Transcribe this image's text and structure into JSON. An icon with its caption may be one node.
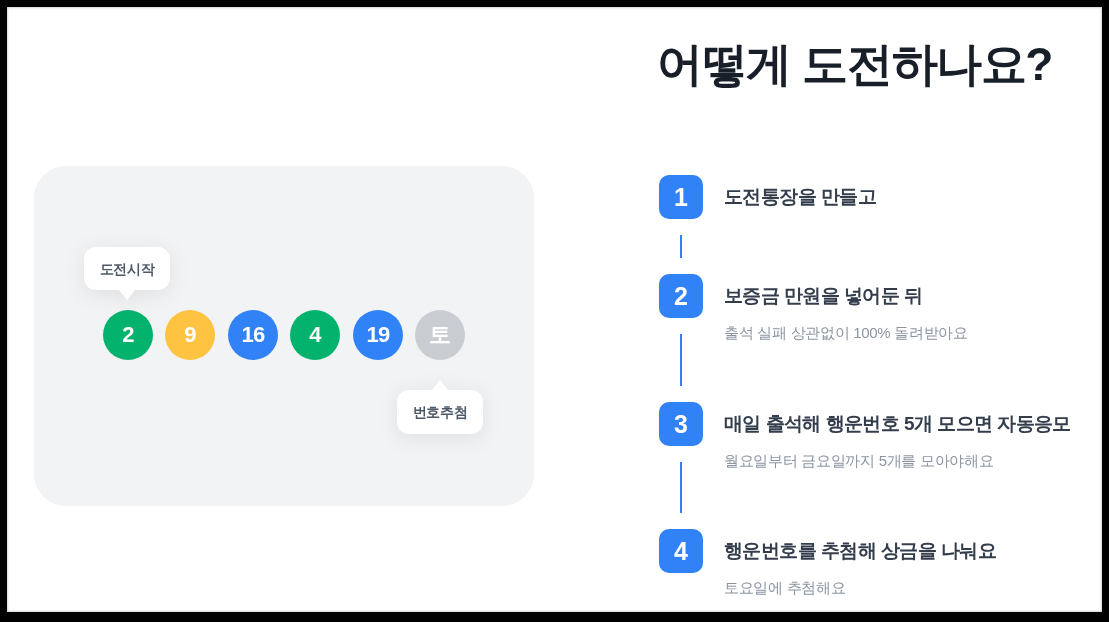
{
  "diagram": {
    "title": "어떻게 도전하나요?",
    "nodes": [
      {
        "text": [],
        "shape": "box"
      },
      {
        "text": [
          "도전시작"
        ],
        "in": 0
      },
      {
        "text": [
          "2"
        ],
        "in": 0
      },
      {
        "text": [
          "9"
        ],
        "in": 0
      },
      {
        "text": [
          "16"
        ],
        "in": 0
      },
      {
        "text": [
          "4"
        ],
        "in": 0
      },
      {
        "text": [
          "19"
        ],
        "in": 0
      },
      {
        "text": [
          "토"
        ],
        "in": 0
      },
      {
        "text": [
          "번호추첨"
        ],
        "in": 0
      },
      {
        "text": [
          "1"
        ],
        "beside": [
          "도전통장을 만들고"
        ]
      },
      {
        "text": [
          "2"
        ],
        "beside": [
          "보증금 만원을 넣어둔 뒤",
          "출석 실패 상관없이 100% 돌려받아요"
        ]
      },
      {
        "text": [
          "3"
        ],
        "beside": [
          "매일 출석해 행운번호 5개 모으면 자동응모",
          "월요일부터 금요일까지 5개를 모아야해요"
        ]
      },
      {
        "text": [
          "4"
        ],
        "beside": [
          "행운번호를 추첨해 상금을 나눠요",
          "토요일에 추첨해요"
        ]
      }
    ],
    "edges": [
      {
        "from": 9,
        "to": 10,
        "arrow": "none"
      },
      {
        "from": 10,
        "to": 11,
        "arrow": "none"
      },
      {
        "from": 11,
        "to": 12,
        "arrow": "none"
      }
    ]
  }
}
